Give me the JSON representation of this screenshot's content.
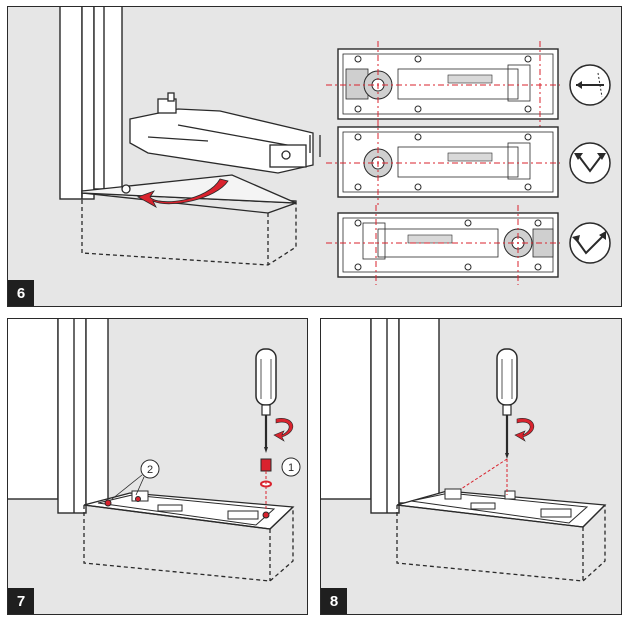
{
  "steps": [
    {
      "number": "6"
    },
    {
      "number": "7"
    },
    {
      "number": "8"
    }
  ],
  "callouts": {
    "one": "1",
    "two": "2"
  },
  "colors": {
    "panel_bg": "#e6e6e6",
    "ink": "#2a2a2a",
    "accent_red": "#d9232e",
    "label_bg": "#1f1f1f"
  },
  "icons": [
    "door-closer-body-icon",
    "rotate-arrow-icon",
    "angled-arrow-narrow-icon",
    "angled-arrow-wide-icon",
    "screwdriver-icon"
  ]
}
